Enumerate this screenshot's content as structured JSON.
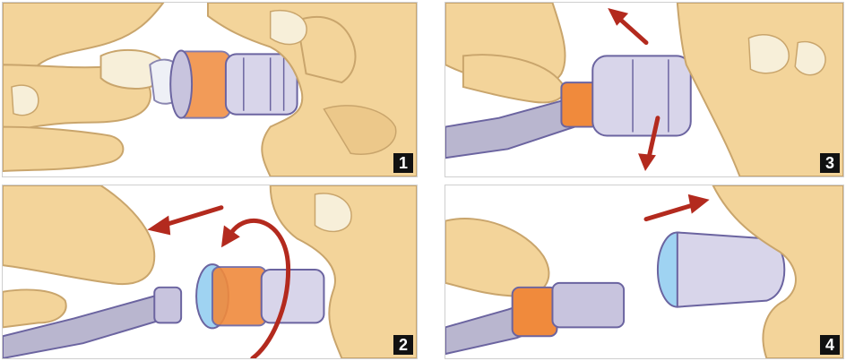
{
  "panels": [
    {
      "step": "1"
    },
    {
      "step": "2"
    },
    {
      "step": "3"
    },
    {
      "step": "4"
    }
  ],
  "colors": {
    "skin": "#f3d49a",
    "skin_shadow": "#d9b277",
    "nail": "#f7efd9",
    "orange_clamp": "#f08a3c",
    "connector_body": "#c8c4de",
    "connector_edge": "#6b64a0",
    "tube": "#b9b6cf",
    "arrow": "#b32a1e",
    "blue_insert": "#3fa6e0"
  }
}
